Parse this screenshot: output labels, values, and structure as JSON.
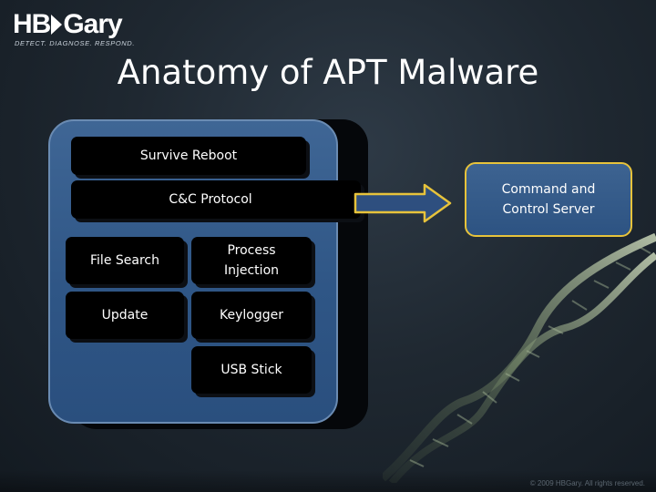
{
  "logo": {
    "word_left": "HB",
    "word_right": "Gary",
    "tagline": "DETECT. DIAGNOSE. RESPOND."
  },
  "title": "Anatomy of APT Malware",
  "blocks": {
    "survive_reboot": "Survive Reboot",
    "cc_protocol": "C&C Protocol",
    "file_search": "File Search",
    "process_injection": "Process Injection",
    "update": "Update",
    "keylogger": "Keylogger",
    "usb_stick": "USB Stick"
  },
  "server": {
    "label": "Command and Control Server"
  },
  "footer": {
    "copyright": "© 2009 HBGary.  All rights reserved."
  },
  "colors": {
    "background": "#1f2831",
    "panel_blue": "#2f5686",
    "server_border": "#e7c33b",
    "arrow_fill": "#2e4f7f",
    "arrow_stroke": "#e7c33b"
  }
}
